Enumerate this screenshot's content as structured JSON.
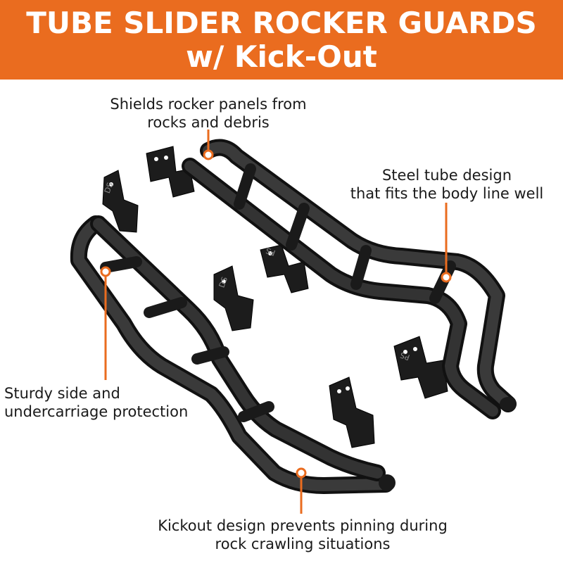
{
  "banner": {
    "title_line1": "TUBE SLIDER ROCKER GUARDS",
    "title_line2": "w/ Kick-Out"
  },
  "callouts": {
    "shields": {
      "line1": "Shields rocker panels from",
      "line2": "rocks and debris"
    },
    "steel": {
      "line1": "Steel tube design",
      "line2": "that fits the body line well"
    },
    "sturdy": {
      "line1": "Sturdy side and",
      "line2": "undercarriage protection"
    },
    "kickout": {
      "line1": "Kickout design prevents pinning during",
      "line2": "rock crawling situations"
    }
  },
  "colors": {
    "banner": "#ea6c1f",
    "accent": "#ea6c1f",
    "tube": "#232323",
    "text": "#1a1a1a"
  },
  "bracket_marks": {
    "mark1": "DS",
    "mark2": "DS",
    "mark3": "PS",
    "mark4": "PS"
  }
}
